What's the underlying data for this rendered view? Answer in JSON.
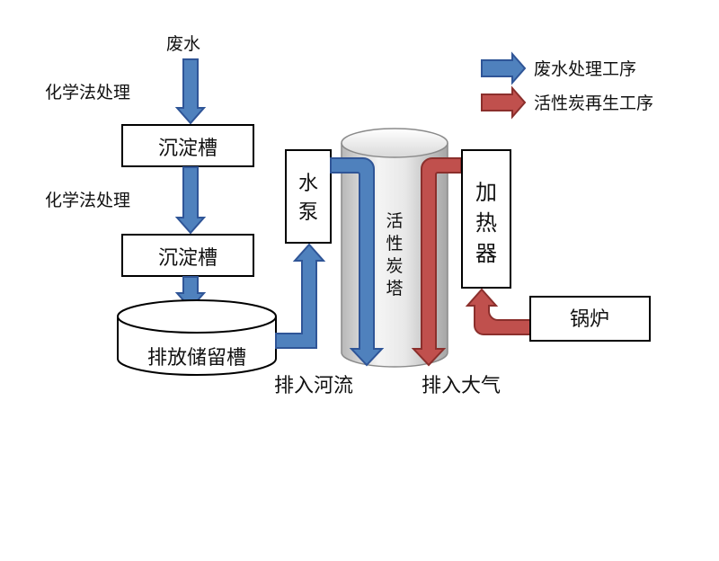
{
  "title": {
    "wastewater": "废水"
  },
  "steps": {
    "chem1": "化学法处理",
    "chem2": "化学法处理"
  },
  "boxes": {
    "sediment1": "沉淀槽",
    "sediment2": "沉淀槽",
    "storage": "排放储留槽",
    "pump": "水泵",
    "tower": "活性炭塔",
    "heater": "加热器",
    "boiler": "锅炉"
  },
  "outputs": {
    "river": "排入河流",
    "air": "排入大气"
  },
  "legend": {
    "water_process": "废水处理工序",
    "regen_process": "活性炭再生工序"
  },
  "colors": {
    "water": "#4f81bd",
    "water_dark": "#2f5597",
    "regen": "#c0504d",
    "regen_dark": "#8b2f2c"
  }
}
